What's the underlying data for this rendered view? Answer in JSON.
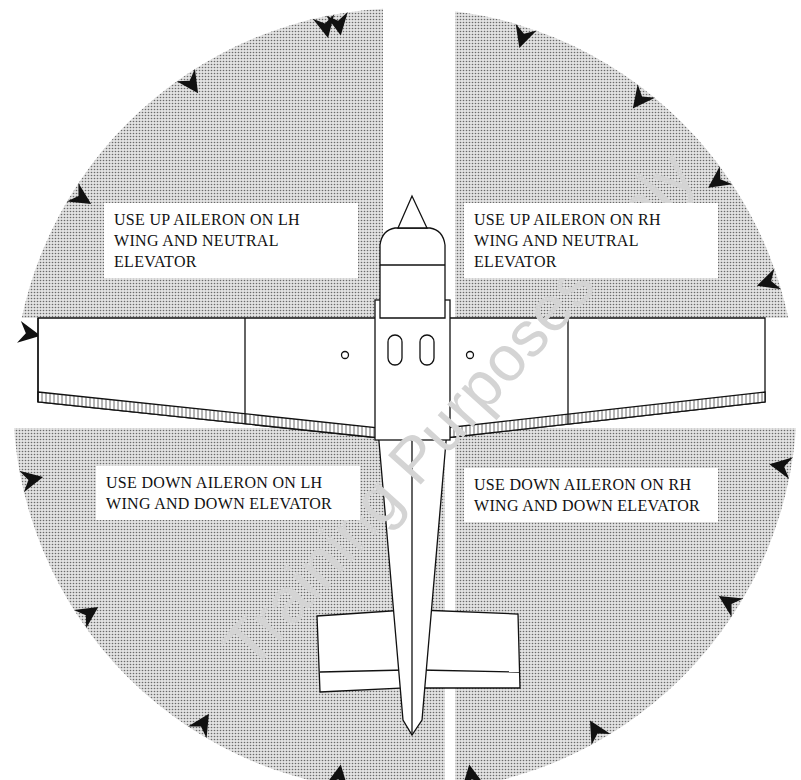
{
  "diagram": {
    "nodes": [
      {
        "text": [
          "USE UP AILERON ON LH WING AND NEUTRAL ELEVATOR"
        ]
      },
      {
        "text": [
          "USE UP AILERON ON RH WING AND NEUTRAL ELEVATOR"
        ]
      },
      {
        "text": [
          "USE DOWN AILERON ON LH WING AND DOWN ELEVATOR"
        ]
      },
      {
        "text": [
          "USE DOWN AILERON ON RH WING AND DOWN ELEVATOR"
        ]
      }
    ],
    "labels": [
      "Training Purposes Only"
    ]
  }
}
